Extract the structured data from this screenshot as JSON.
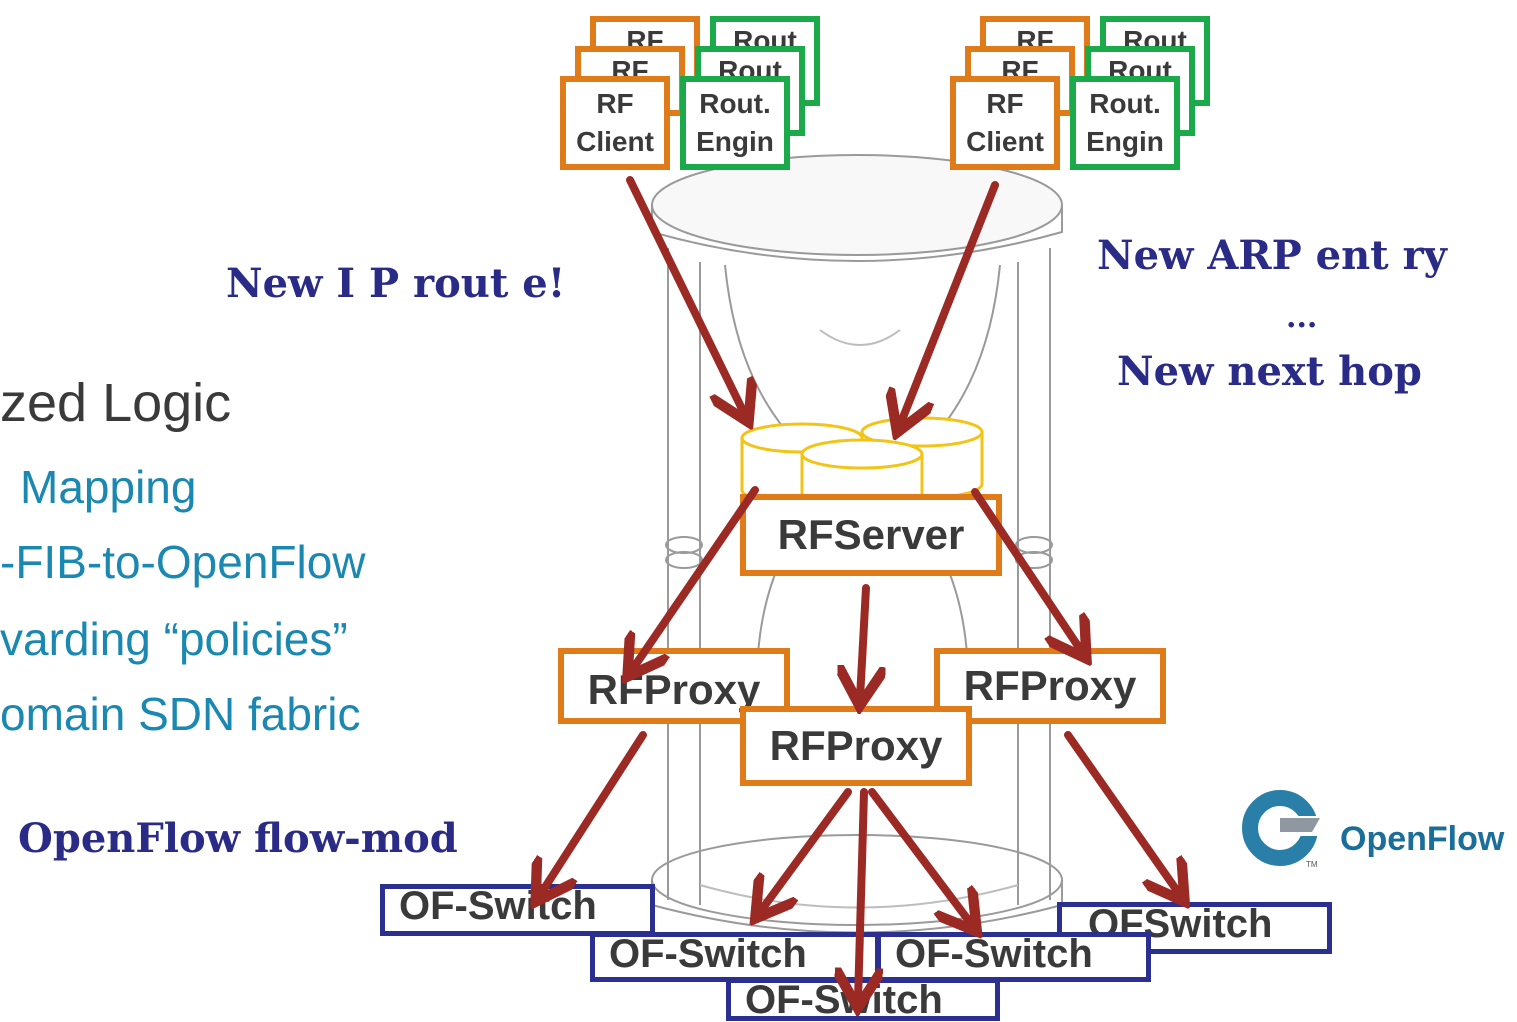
{
  "left_text": {
    "heading": "zed Logic",
    "items": [
      "Mapping",
      "-FIB-to-OpenFlow",
      "varding “policies”",
      "omain SDN fabric"
    ]
  },
  "annotations": {
    "new_ip_route": "New I P rout e!",
    "new_arp_entry": "New ARP ent ry",
    "ellipsis": "...",
    "new_next_hop": "New next  hop",
    "openflow_flow_mod": "OpenFlow  flow-mod"
  },
  "top_left_stack": {
    "rf_back": "RF",
    "rout_back": "Rout",
    "rf_client": [
      "RF",
      "Client"
    ],
    "rout_engin": [
      "Rout.",
      "Engin"
    ]
  },
  "top_right_stack": {
    "rf_back": "RF",
    "rout_back": "Rout",
    "rf_client": [
      "RF",
      "Client"
    ],
    "rout_engin": [
      "Rout.",
      "Engin"
    ]
  },
  "rfserver": "RFServer",
  "rfproxy_left": "RFProxy",
  "rfproxy_center": "RFProxy",
  "rfproxy_right": "RFProxy",
  "switches": {
    "sw1": "OF-Switch",
    "sw2": "OF-Switch",
    "sw3": "OF-Switch",
    "sw4": "OF-Switch",
    "sw5": "OFSwitch"
  },
  "logo": {
    "text": "OpenFlow",
    "tm": "TM"
  },
  "colors": {
    "orange": "#e07b1a",
    "green": "#1aaa4a",
    "navy": "#2b2f8f",
    "arrow": "#9c2a24",
    "db": "#f2c418",
    "blue_text": "#1a88b0"
  }
}
